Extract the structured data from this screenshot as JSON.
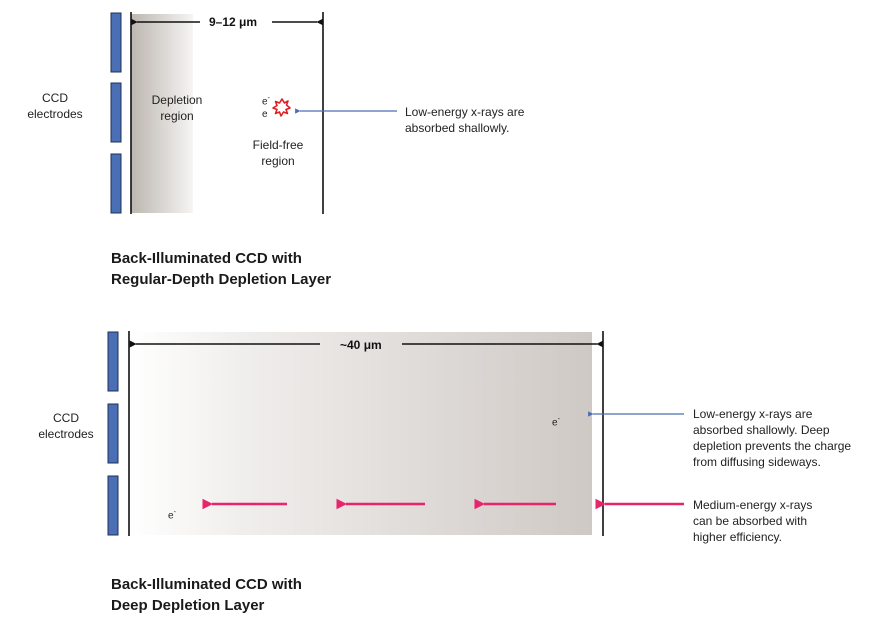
{
  "top_panel": {
    "electrodes_label": [
      "CCD",
      "electrodes"
    ],
    "width_label": "9–12 μm",
    "depletion_label": [
      "Depletion",
      "region"
    ],
    "field_free_label": [
      "Field-free",
      "region"
    ],
    "electron_1": "e",
    "electron_2": "e",
    "electron_charge": "-",
    "xray_note": [
      "Low-energy x-rays are",
      "absorbed shallowly."
    ],
    "caption": [
      "Back-Illuminated CCD with",
      "Regular-Depth Depletion Layer"
    ]
  },
  "bottom_panel": {
    "electrodes_label": [
      "CCD",
      "electrodes"
    ],
    "width_label": "~40 μm",
    "electron_1": "e",
    "electron_2": "e",
    "electron_charge": "-",
    "low_energy_note": [
      "Low-energy x-rays are",
      "absorbed shallowly. Deep",
      "depletion prevents the charge",
      "from diffusing sideways."
    ],
    "medium_energy_note": [
      "Medium-energy x-rays",
      "can be absorbed with",
      "higher efficiency."
    ],
    "caption": [
      "Back-Illuminated CCD with",
      "Deep Depletion Layer"
    ]
  },
  "colors": {
    "electrode_fill": "#4a6fb5",
    "electrode_stroke": "#1f2f55",
    "low_energy_arrow": "#4a6fb5",
    "medium_energy_arrow": "#e8256b",
    "burst": "#e02020"
  }
}
